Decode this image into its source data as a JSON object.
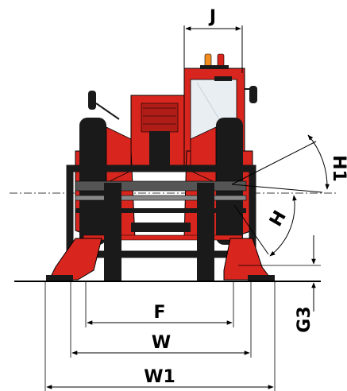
{
  "labels": {
    "J": "J",
    "H1": "H1",
    "H": "H",
    "F": "F",
    "W": "W",
    "W1": "W1",
    "G3": "G3"
  },
  "colors": {
    "machine_red": "#d8261e",
    "machine_dark": "#1a1a1a",
    "outline": "#000000",
    "glass": "#e8eef2",
    "beacon": "#f28c1e"
  },
  "icons": {
    "vehicle": "telehandler-front-view"
  }
}
